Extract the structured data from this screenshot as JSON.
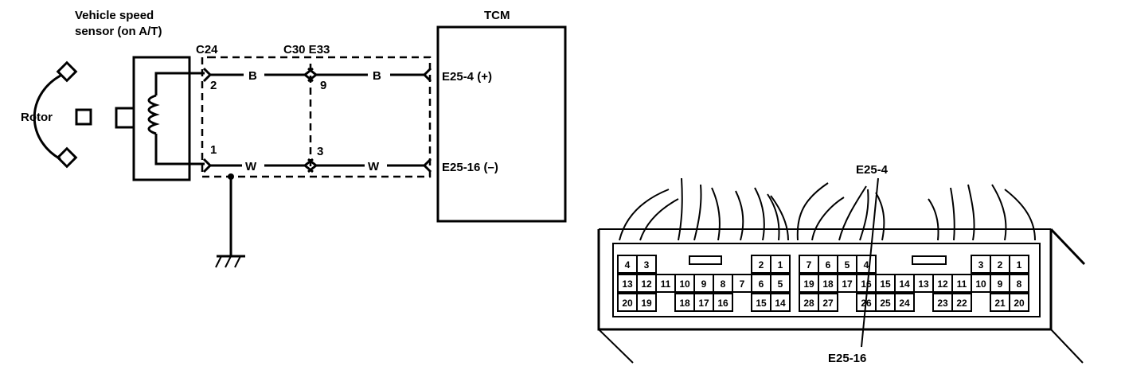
{
  "sensor": {
    "title_line1": "Vehicle speed",
    "title_line2": "sensor (on A/T)",
    "rotor_label": "Rotor"
  },
  "connectors": {
    "c24": "C24",
    "c30_e33": "C30 E33",
    "c24_pin_top": "2",
    "c24_pin_bottom": "1",
    "e33_pin_top": "9",
    "e33_pin_bottom": "3"
  },
  "wires": {
    "b1": "B",
    "b2": "B",
    "w1": "W",
    "w2": "W"
  },
  "tcm": {
    "title": "TCM",
    "pin_plus": "E25-4 (+)",
    "pin_minus": "E25-16 (–)"
  },
  "connector_view": {
    "callout_top": "E25-4",
    "callout_bottom": "E25-16",
    "left_block": {
      "row1": [
        "4",
        "3"
      ],
      "row2": [
        "13",
        "12",
        "11",
        "10",
        "9",
        "8",
        "7",
        "6",
        "5"
      ],
      "row3": [
        "20",
        "19",
        "18",
        "17",
        "16",
        "15",
        "14"
      ]
    },
    "mid_top": [
      "2",
      "1"
    ],
    "right_block": {
      "row1": [
        "7",
        "6",
        "5",
        "4",
        "3",
        "2",
        "1"
      ],
      "row2": [
        "19",
        "18",
        "17",
        "16",
        "15",
        "14",
        "13",
        "12",
        "11",
        "10",
        "9",
        "8"
      ],
      "row3": [
        "28",
        "27",
        "26",
        "25",
        "24",
        "23",
        "22",
        "21",
        "20"
      ]
    }
  }
}
